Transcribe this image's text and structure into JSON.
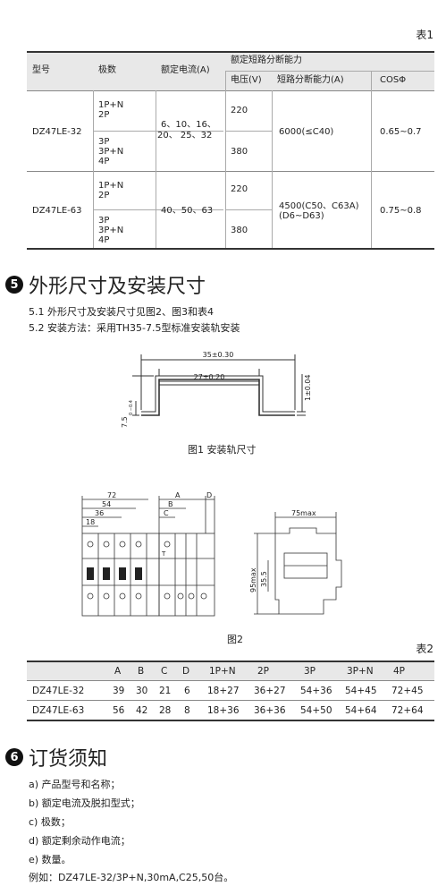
{
  "table1": {
    "label": "表1",
    "headers": {
      "model": "型号",
      "poles": "极数",
      "rated_current": "额定电流(A)",
      "breaking_capacity": "额定短路分断能力",
      "voltage": "电压(V)",
      "breaking": "短路分断能力(A)",
      "cos": "COSΦ"
    },
    "rows": [
      {
        "model": "DZ47LE-32",
        "poles_a": [
          "1P+N",
          "2P"
        ],
        "poles_b": [
          "3P",
          "3P+N",
          "4P"
        ],
        "current": [
          "6、10、16、",
          "20、 25、32"
        ],
        "voltage_a": "220",
        "voltage_b": "380",
        "breaking": [
          "6000(≤C40)"
        ],
        "cos": "0.65~0.7"
      },
      {
        "model": "DZ47LE-63",
        "poles_a": [
          "1P+N",
          "2P"
        ],
        "poles_b": [
          "3P",
          "3P+N",
          "4P"
        ],
        "current": [
          "40、50、63"
        ],
        "voltage_a": "220",
        "voltage_b": "380",
        "breaking": [
          "4500(C50、C63A)",
          "(D6~D63)"
        ],
        "cos": "0.75~0.8"
      }
    ]
  },
  "section5": {
    "number": "5",
    "title": "外形尺寸及安装尺寸",
    "line1": "5.1 外形尺寸及安装尺寸见图2、图3和表4",
    "line2": "5.2 安装方法：采用TH35-7.5型标准安装轨安装"
  },
  "figure1": {
    "dim_outer": "35±0.30",
    "dim_inner": "27±0.20",
    "dim_thickness": "1±0.04",
    "dim_height": "7.5",
    "dim_height_tol": "0 −0.4",
    "caption": "图1 安装轨尺寸"
  },
  "figure2": {
    "dim_72": "72",
    "dim_54": "54",
    "dim_36": "36",
    "dim_18": "18",
    "label_a": "A",
    "label_b": "B",
    "label_c": "C",
    "label_d": "D",
    "label_t": "T",
    "dim_75max": "75max",
    "dim_95max": "95max",
    "dim_35_5": "35.5",
    "caption": "图2"
  },
  "table2": {
    "label": "表2",
    "headers": [
      "",
      "A",
      "B",
      "C",
      "D",
      "1P+N",
      "2P",
      "3P",
      "3P+N",
      "4P"
    ],
    "rows": [
      [
        "DZ47LE-32",
        "39",
        "30",
        "21",
        "6",
        "18+27",
        "36+27",
        "54+36",
        "54+45",
        "72+45"
      ],
      [
        "DZ47LE-63",
        "56",
        "42",
        "28",
        "8",
        "18+36",
        "36+36",
        "54+50",
        "54+64",
        "72+64"
      ]
    ]
  },
  "section6": {
    "number": "6",
    "title": "订货须知",
    "items": [
      "a) 产品型号和名称；",
      "b) 额定电流及脱扣型式；",
      "c) 极数；",
      "d) 额定剩余动作电流；",
      "e) 数量。",
      "例如：DZ47LE-32/3P+N,30mA,C25,50台。"
    ]
  }
}
